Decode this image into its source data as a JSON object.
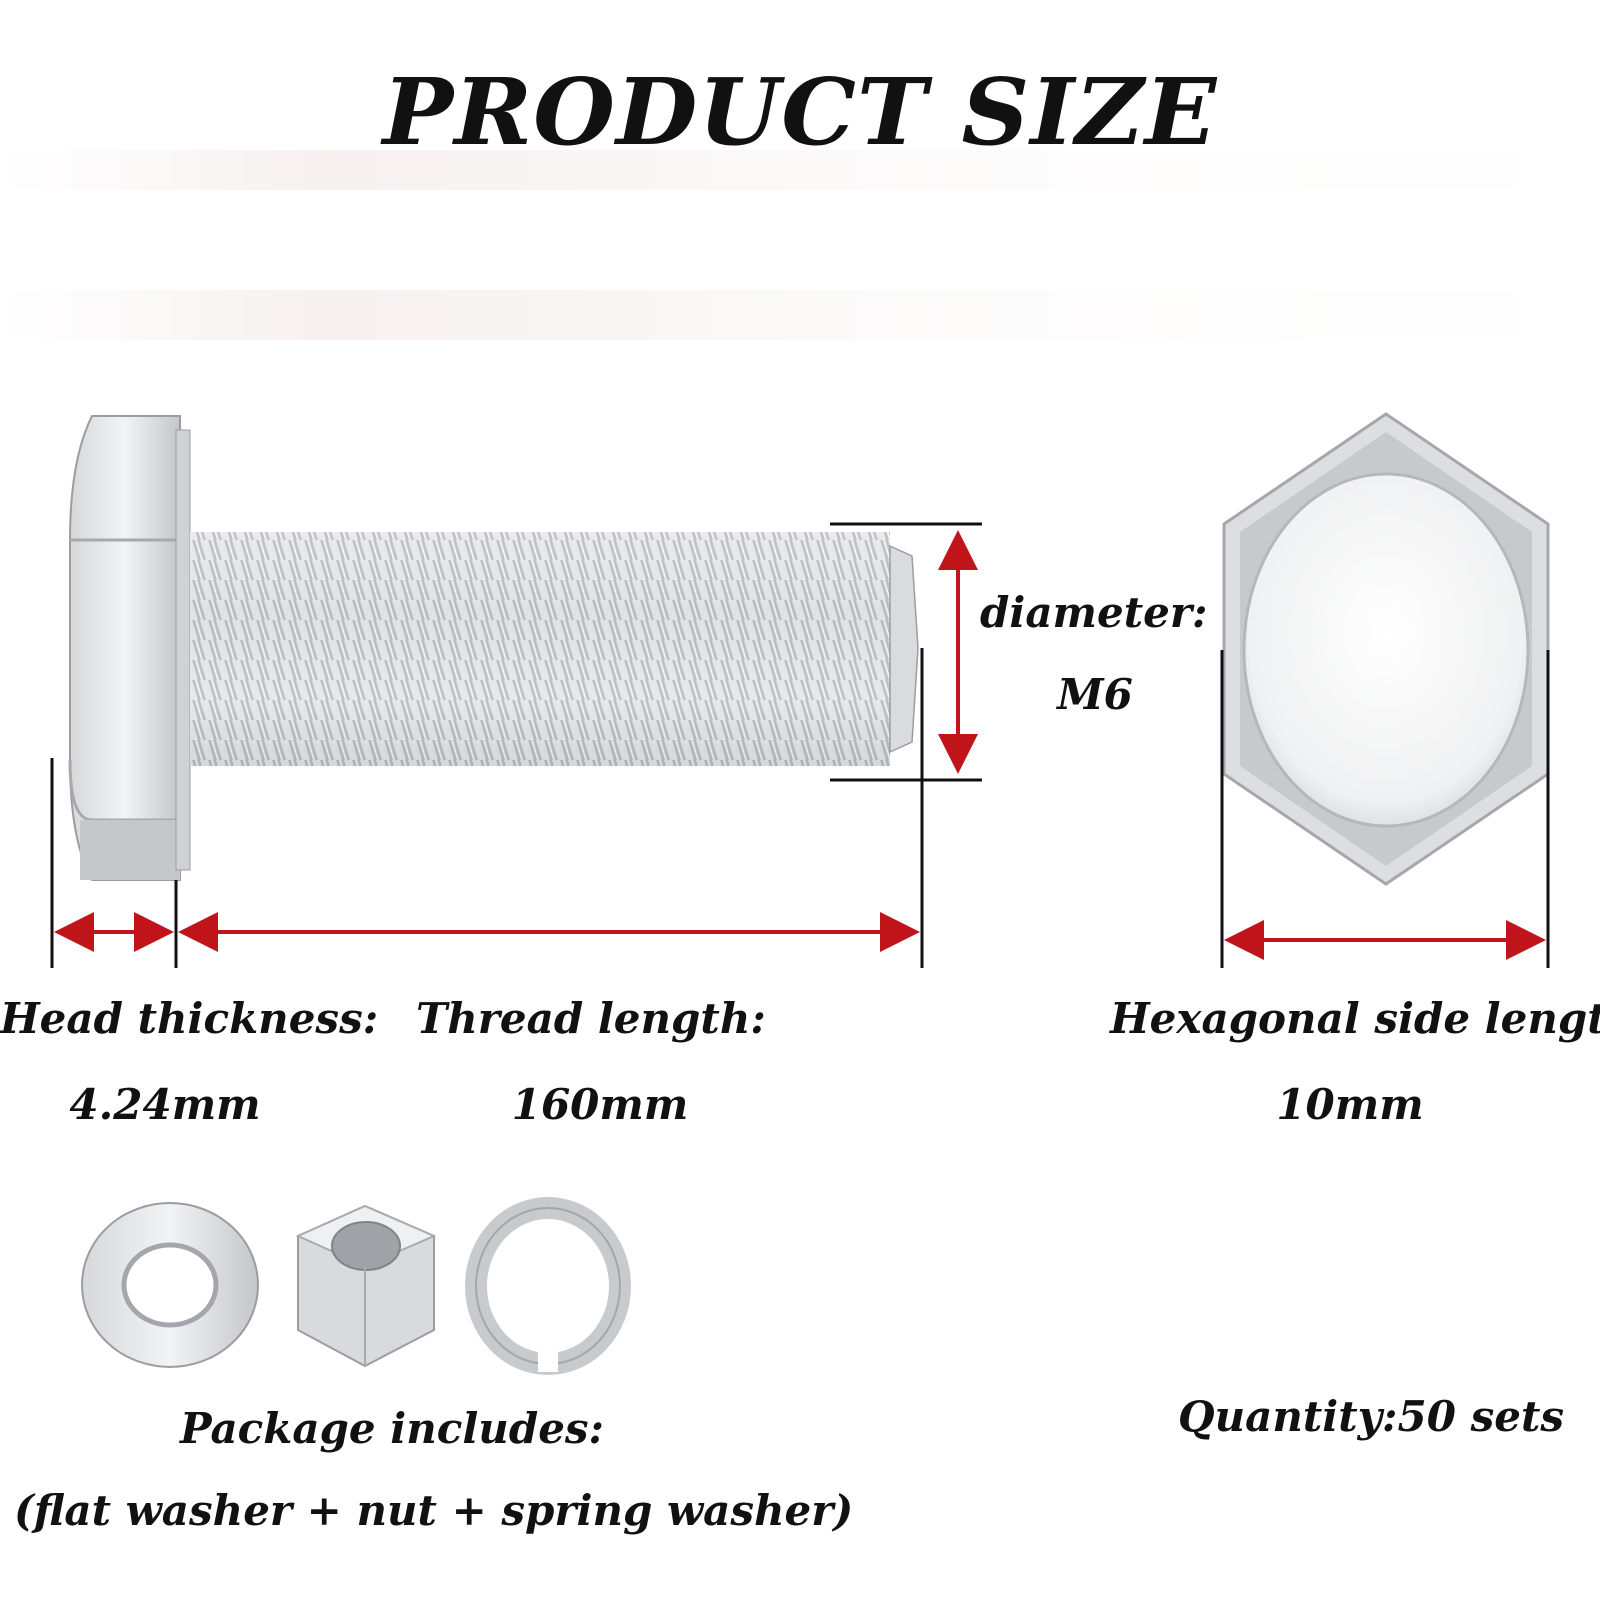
{
  "title": "PRODUCT SIZE",
  "dimensions": {
    "diameter_label": "diameter:",
    "diameter_value": "M6",
    "head_label": "Head thickness:",
    "head_value": "4.24mm",
    "thread_label": "Thread length:",
    "thread_value": "160mm",
    "hex_label": "Hexagonal side length:",
    "hex_value": "10mm"
  },
  "package": {
    "label": "Package includes:",
    "contents": "(flat washer + nut + spring washer)",
    "quantity": "Quantity:50 sets"
  },
  "icons": [
    "bolt-side-view",
    "bolt-head-top-view",
    "flat-washer-icon",
    "hex-nut-icon",
    "spring-washer-icon"
  ],
  "colors": {
    "dimension_arrow": "#c0141b",
    "text": "#111111",
    "metal": "#c9cbce"
  }
}
